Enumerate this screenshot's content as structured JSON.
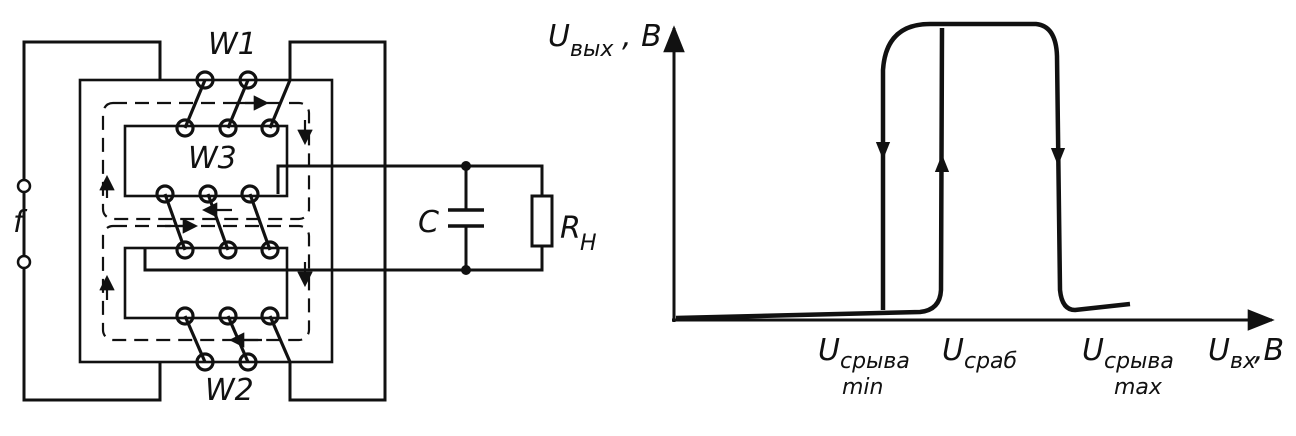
{
  "circuit": {
    "labels": {
      "w1": "W1",
      "w2": "W2",
      "w3": "W3",
      "f": "f",
      "c": "C",
      "r_main": "R",
      "r_sub": "H"
    }
  },
  "graph": {
    "y_axis_label": "U",
    "y_axis_sub": "вых",
    "y_axis_unit": ", B",
    "x_axis_label": "U",
    "x_axis_sub": "вх",
    "x_axis_unit": ",B",
    "tick_labels": [
      {
        "main": "U",
        "sub": "срыва",
        "second_line": "min"
      },
      {
        "main": "U",
        "sub": "сраб",
        "second_line": ""
      },
      {
        "main": "U",
        "sub": "срыва",
        "second_line": "max"
      }
    ]
  }
}
